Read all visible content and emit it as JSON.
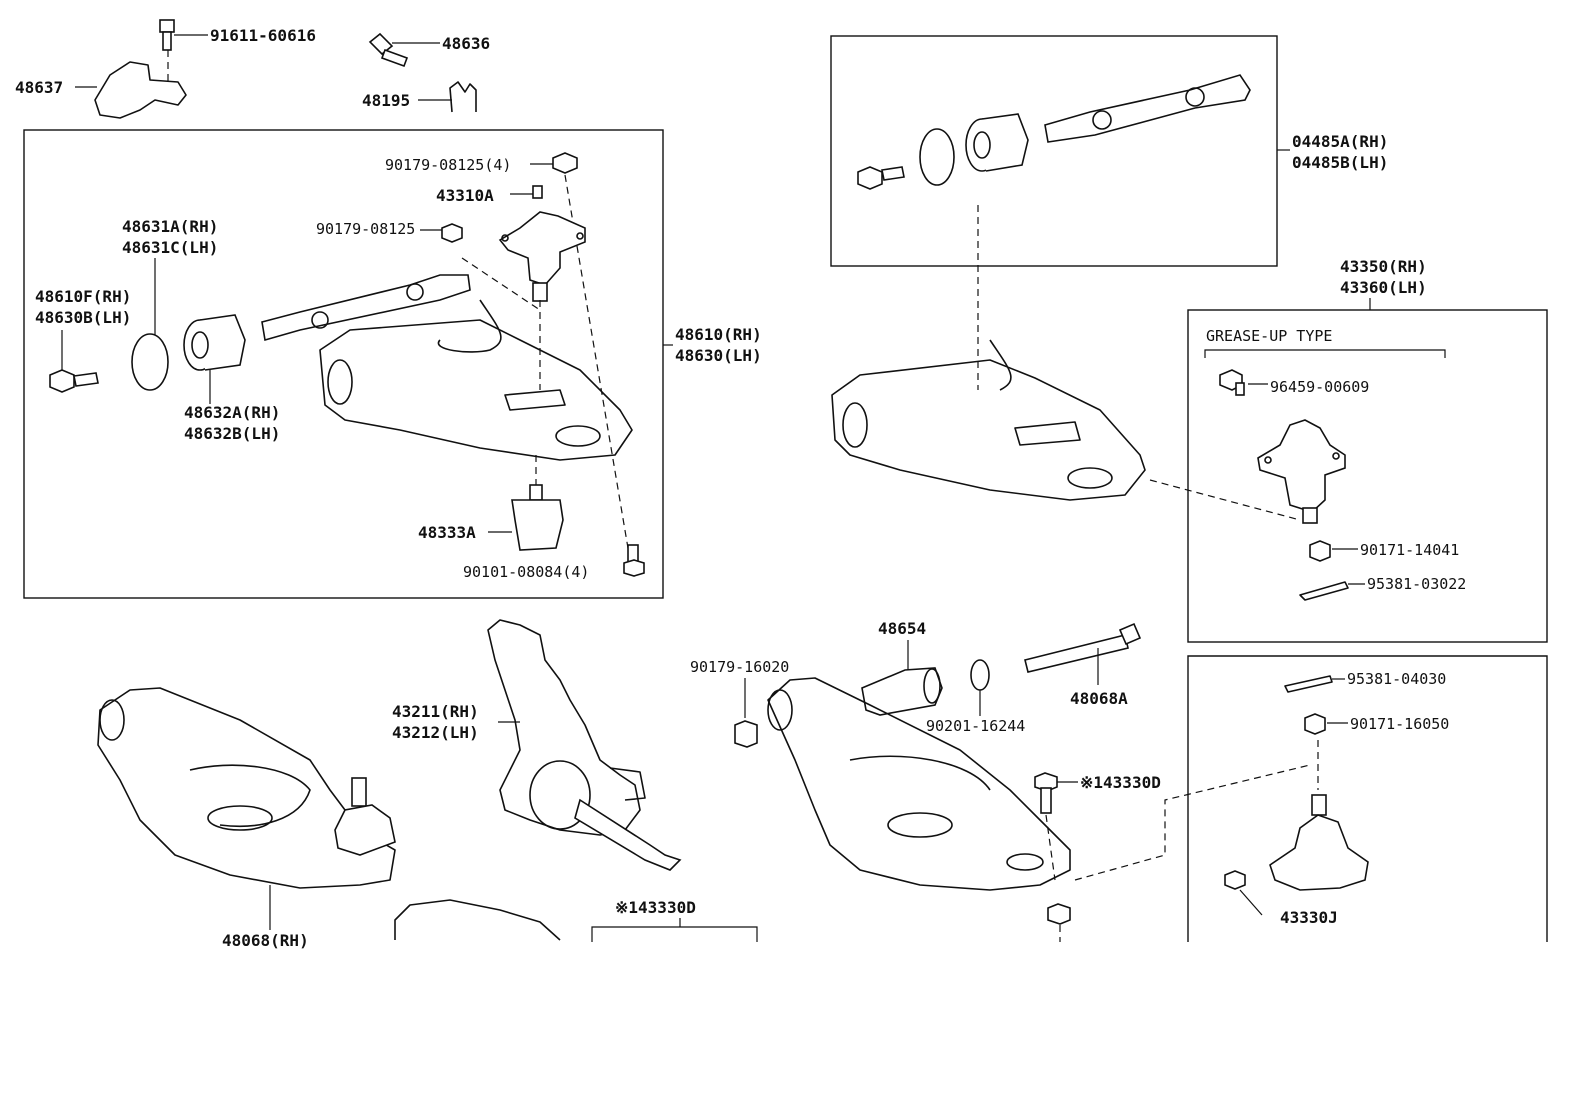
{
  "diagram": {
    "labels": {
      "p91611": "91611-60616",
      "p48636": "48636",
      "p48637": "48637",
      "p48195": "48195",
      "p90179_4": "90179-08125(4)",
      "p43310A": "43310A",
      "p90179": "90179-08125",
      "p48631A": "48631A(RH)",
      "p48631C": "48631C(LH)",
      "p48610F": "48610F(RH)",
      "p48630B": "48630B(LH)",
      "p48632A": "48632A(RH)",
      "p48632B": "48632B(LH)",
      "p48610": "48610(RH)",
      "p48630": "48630(LH)",
      "p48333A": "48333A",
      "p90101": "90101-08084(4)",
      "p04485A": "04485A(RH)",
      "p04485B": "04485B(LH)",
      "p43350": "43350(RH)",
      "p43360": "43360(LH)",
      "grease_up": "GREASE-UP TYPE",
      "p96459": "96459-00609",
      "p90171_14041": "90171-14041",
      "p95381_03022": "95381-03022",
      "p48654": "48654",
      "p90179_16020": "90179-16020",
      "p43211": "43211(RH)",
      "p43212": "43212(LH)",
      "p90201": "90201-16244",
      "p48068A": "48068A",
      "p95381_04030": "95381-04030",
      "p90171_16050": "90171-16050",
      "p143330D_right": "※143330D",
      "p43330J": "43330J",
      "p48068RH": "48068(RH)",
      "p143330D_bottom": "※143330D"
    }
  }
}
